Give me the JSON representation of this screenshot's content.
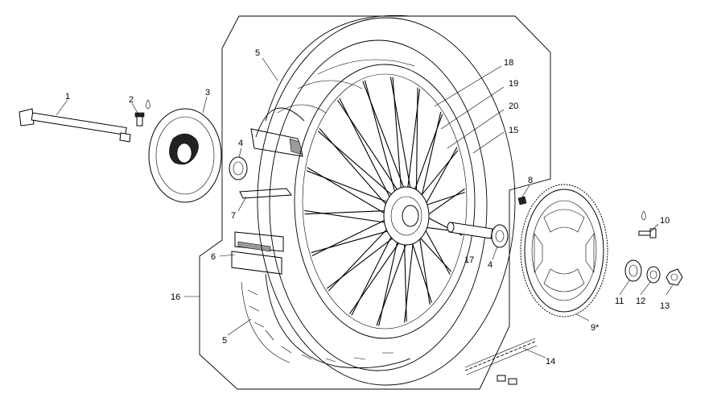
{
  "callouts": {
    "c1": "1",
    "c2": "2",
    "c3": "3",
    "c4a": "4",
    "c4b": "4",
    "c5a": "5",
    "c5b": "5",
    "c6": "6",
    "c7": "7",
    "c8": "8",
    "c9": "9*",
    "c10": "10",
    "c11": "11",
    "c12": "12",
    "c13": "13",
    "c14": "14",
    "c15": "15",
    "c16": "16",
    "c17": "17",
    "c18": "18",
    "c19": "19",
    "c20": "20"
  },
  "colors": {
    "line": "#000000",
    "background": "#ffffff",
    "shade": "#9a9a9a"
  }
}
